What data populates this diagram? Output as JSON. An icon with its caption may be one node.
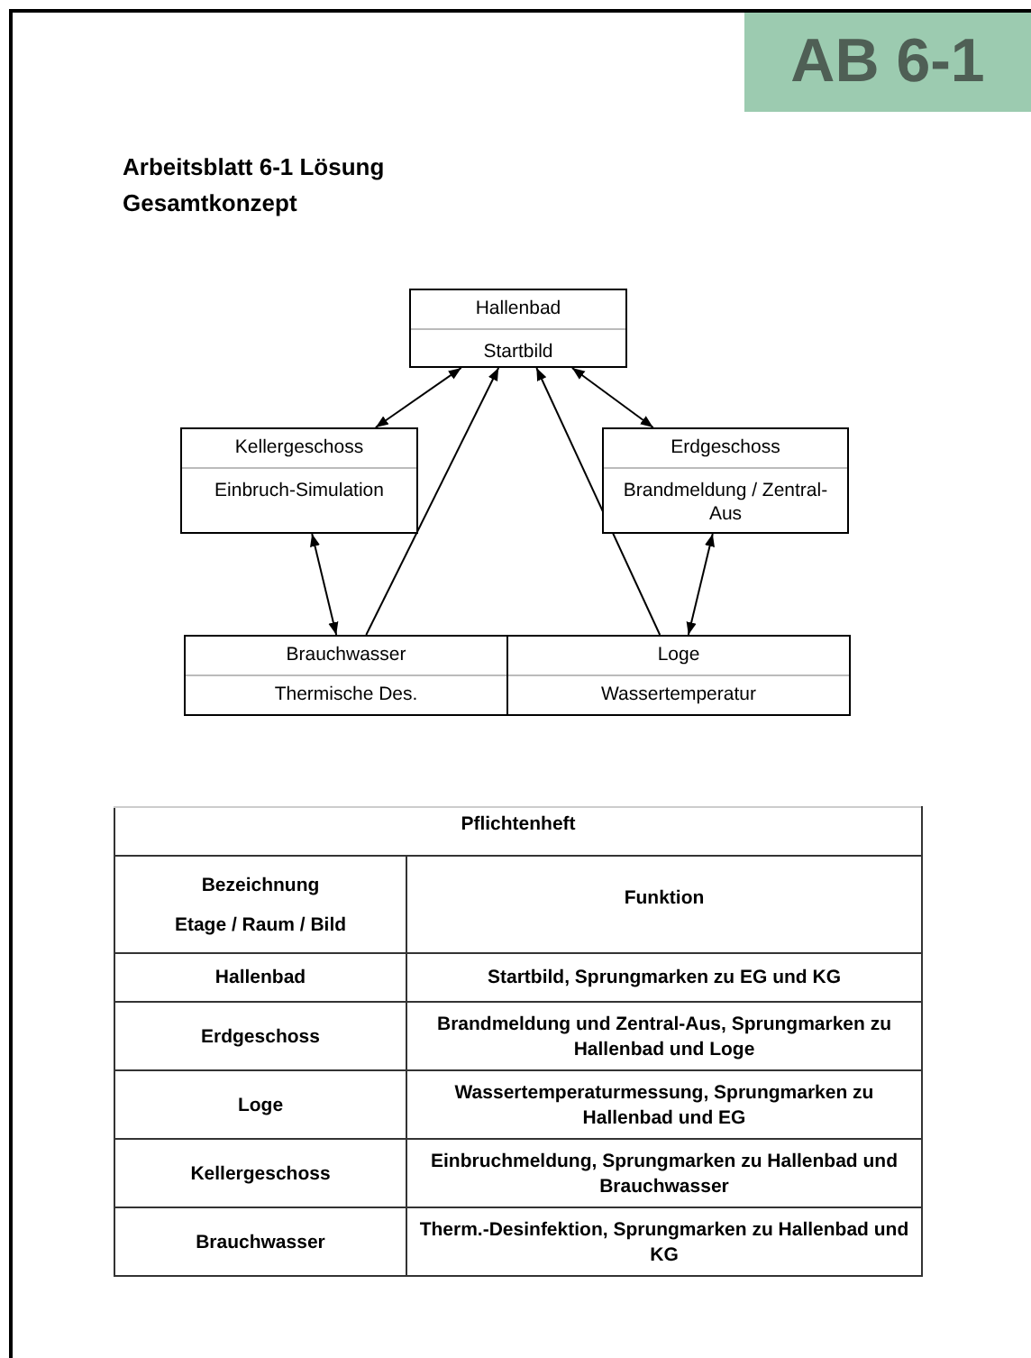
{
  "diagram": {
    "title": "Arbeitsblatt 6-1 Lösung Gesamtkonzept",
    "nodes": [
      {
        "text": [
          "Hallenbad",
          "Startbild"
        ]
      },
      {
        "text": [
          "Kellergeschoss",
          "Einbruch-Simulation"
        ]
      },
      {
        "text": [
          "Erdgeschoss",
          "Brandmeldung / Zentral-Aus"
        ]
      },
      {
        "text": [
          "Brauchwasser",
          "Thermische Des."
        ]
      },
      {
        "text": [
          "Loge",
          "Wassertemperatur"
        ]
      }
    ],
    "edges": [
      {
        "from": 1,
        "to": 0,
        "arrow": "both"
      },
      {
        "from": 0,
        "to": 2,
        "arrow": "both"
      },
      {
        "from": 1,
        "to": 3,
        "arrow": "both"
      },
      {
        "from": 2,
        "to": 4,
        "arrow": "both"
      },
      {
        "from": 3,
        "to": 0,
        "arrow": "to"
      },
      {
        "from": 4,
        "to": 0,
        "arrow": "to"
      }
    ],
    "labels": [
      "AB 6-1",
      "Pflichtenheft",
      "Bezeichnung",
      "Etage / Raum / Bild",
      "Funktion",
      "Hallenbad",
      "Startbild, Sprungmarken zu EG und KG",
      "Erdgeschoss",
      "Brandmeldung und Zentral-Aus, Sprungmarken zu Hallenbad und Loge",
      "Loge",
      "Wassertemperaturmessung, Sprungmarken zu Hallenbad und EG",
      "Kellergeschoss",
      "Einbruchmeldung, Sprungmarken zu Hallenbad und Brauchwasser",
      "Brauchwasser",
      "Therm.-Desinfektion, Sprungmarken zu Hallenbad und KG"
    ]
  }
}
